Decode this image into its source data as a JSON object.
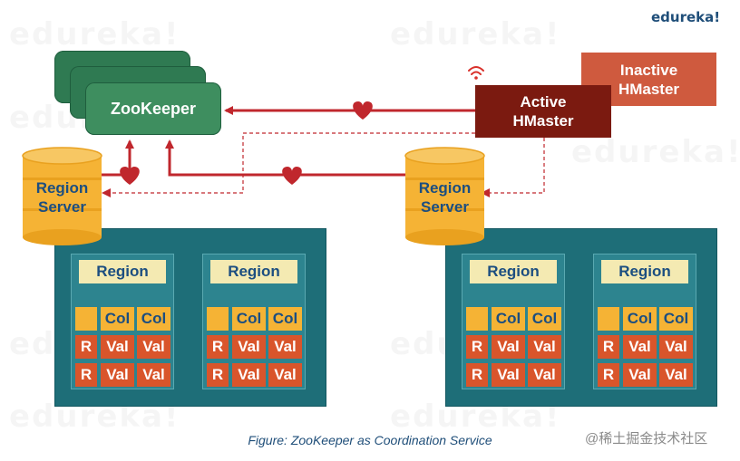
{
  "brand": "edureka!",
  "watermark": "edureka!",
  "zookeeper_label": "ZooKeeper",
  "active_hmaster_label": "Active\nHMaster",
  "inactive_hmaster_label": "Inactive\nHMaster",
  "region_server_label": "Region\nServer",
  "region_label": "Region",
  "col_label": "Col",
  "r_label": "R",
  "val_label": "Val",
  "caption": "Figure: ZooKeeper as Coordination Service",
  "credit": "@稀土掘金技术社区",
  "colors": {
    "zookeeper": "#3e8e5f",
    "active_hmaster": "#7b1a10",
    "inactive_hmaster": "#cf5a3e",
    "arrow": "#c0272d",
    "panel": "#1e6e78",
    "drum": "#f5b335",
    "region_header": "#f4eab2",
    "value_cell": "#d9552b"
  },
  "icons": [
    "heartbeat-icon",
    "wifi-signal-icon"
  ]
}
